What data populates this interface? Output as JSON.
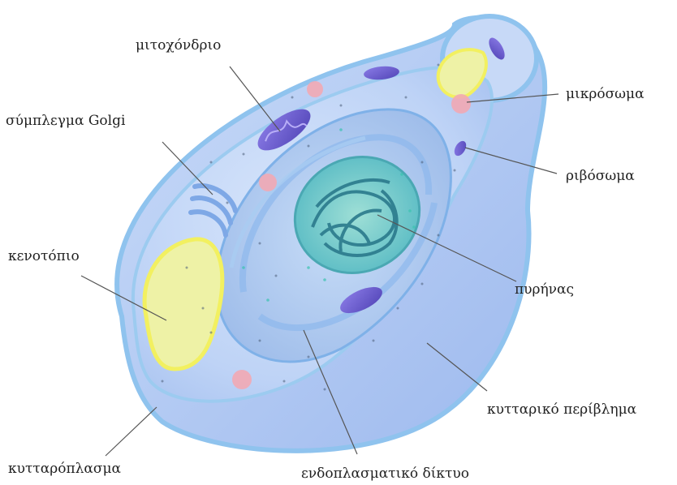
{
  "diagram": {
    "labels": {
      "mitochondrion": "μιτοχόνδριο",
      "golgi": "σύμπλεγμα Golgi",
      "microbody": "μικρόσωμα",
      "ribosome": "ριβόσωμα",
      "vacuole": "κενοτόπιο",
      "nucleus": "πυρήνας",
      "cell_envelope": "κυτταρικό περίβλημα",
      "cytoplasm": "κυτταρόπλασμα",
      "endoplasmic_reticulum": "ενδοπλασματικό δίκτυο"
    },
    "colors": {
      "cell_body": "#bcd3f7",
      "membrane": "#8fc3ee",
      "nucleus": "#5fbfc4",
      "chromatin": "#2b7a8c",
      "mitochondrion": "#6a5acd",
      "vacuole_fill": "#eef2a6",
      "vacuole_border": "#f2f060",
      "microbody": "#f2a9b4",
      "leader_line": "#555555"
    }
  }
}
